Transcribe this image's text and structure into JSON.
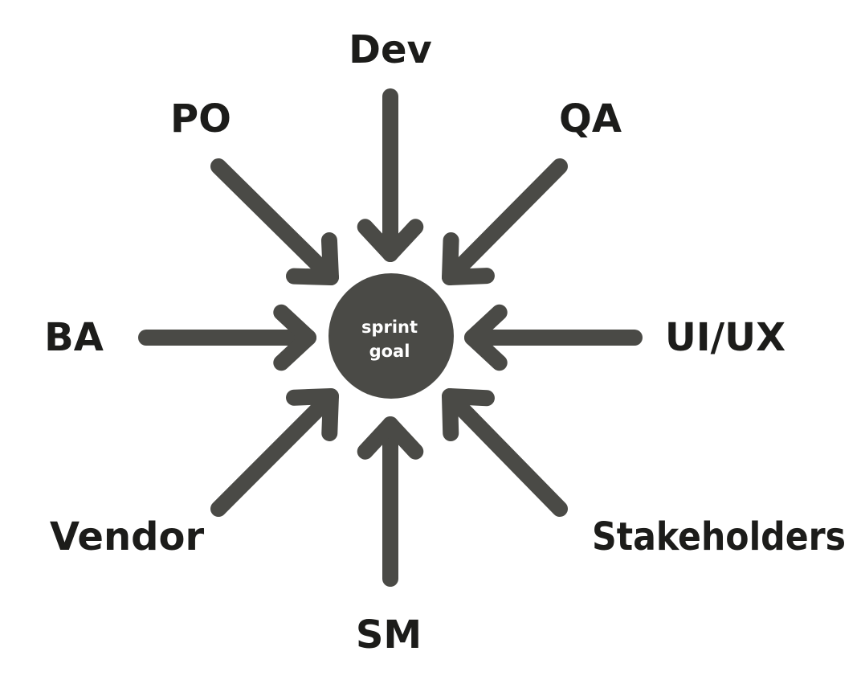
{
  "hub": {
    "line1": "sprint",
    "line2": "goal"
  },
  "roles": [
    {
      "id": "dev",
      "label": "Dev"
    },
    {
      "id": "po",
      "label": "PO"
    },
    {
      "id": "qa",
      "label": "QA"
    },
    {
      "id": "ba",
      "label": "BA"
    },
    {
      "id": "uiux",
      "label": "UI/UX"
    },
    {
      "id": "vendor",
      "label": "Vendor"
    },
    {
      "id": "stakeholders",
      "label": "Stakeholders"
    },
    {
      "id": "sm",
      "label": "SM"
    }
  ],
  "colors": {
    "arrow": "#4a4a46",
    "hub": "#4a4a46",
    "label": "#1c1c1a",
    "hub_text": "#ffffff"
  }
}
